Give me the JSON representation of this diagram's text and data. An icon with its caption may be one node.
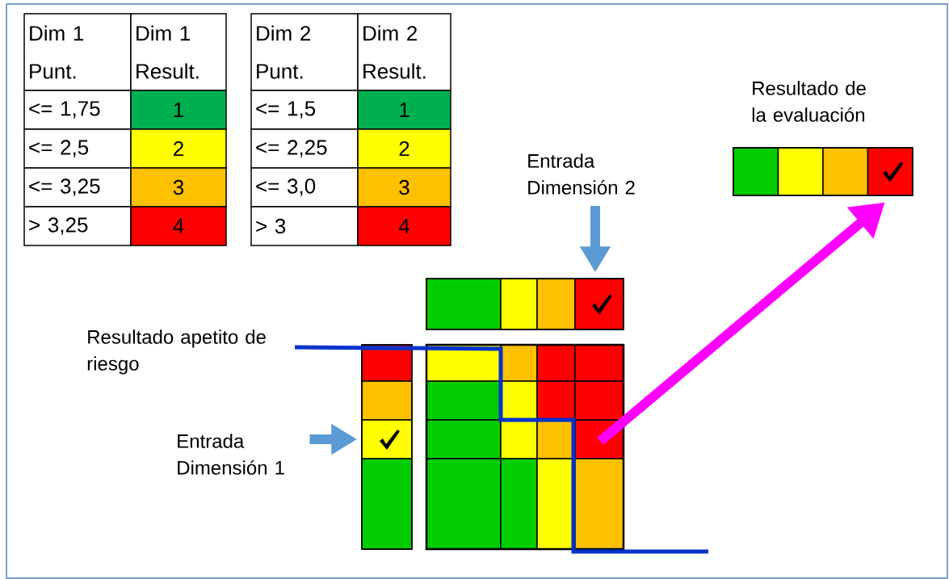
{
  "diagram": {
    "nodes": [
      {
        "text": [
          "Entrada Dimensión 2"
        ]
      },
      {
        "text": [],
        "shape": "bar"
      },
      {
        "text": [
          "Entrada Dimensión 1"
        ]
      },
      {
        "text": [],
        "shape": "bar"
      },
      {
        "text": [],
        "shape": "box"
      },
      {
        "text": [],
        "shape": "bar"
      }
    ],
    "edges": [
      {
        "from": 0,
        "to": 1,
        "arrow": "to"
      },
      {
        "from": 2,
        "to": 3,
        "arrow": "to"
      },
      {
        "from": 4,
        "to": 5,
        "arrow": "to",
        "color": "#ff00ff"
      }
    ],
    "labels": [
      "Dim 1 Punt.",
      "Dim 1 Result.",
      "<= 1,75",
      "1",
      "<= 2,5",
      "2",
      "<= 3,25",
      "3",
      "> 3,25",
      "4",
      "Dim 2 Punt.",
      "Dim 2 Result.",
      "<= 1,5",
      "1",
      "<= 2,25",
      "2",
      "<= 3,0",
      "3",
      "> 3",
      "4",
      "Resultado de la evaluación",
      "Resultado apetito de riesgo"
    ]
  }
}
